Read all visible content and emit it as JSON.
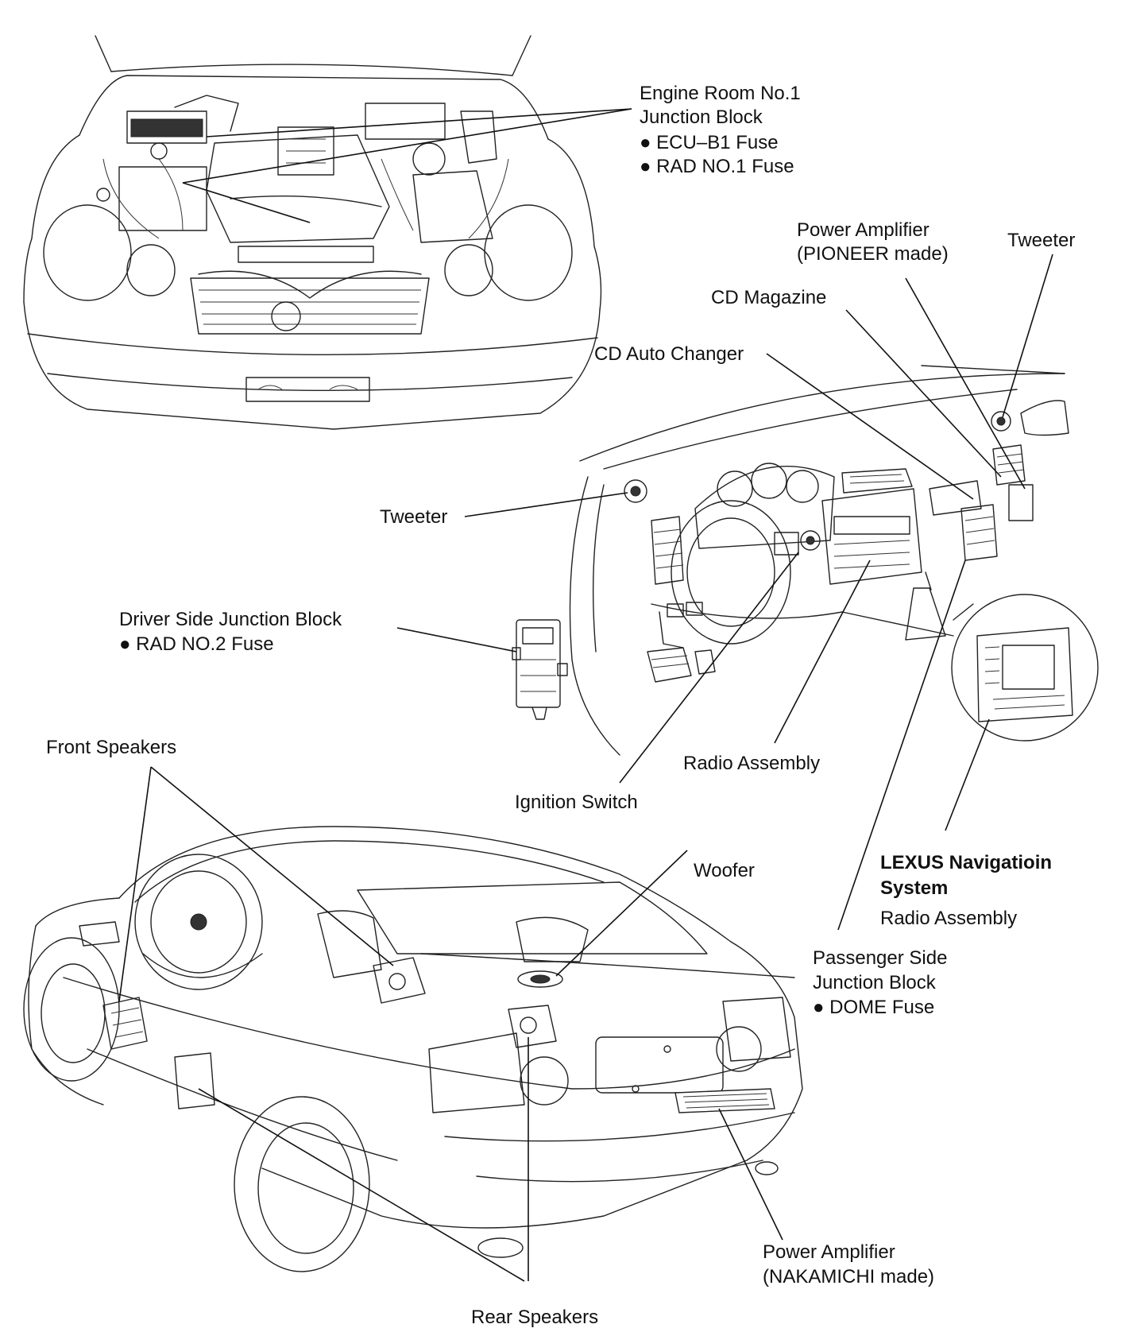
{
  "labels": {
    "engine_room_jb": {
      "line1": "Engine Room No.1",
      "line2": "Junction Block",
      "fuse1": "ECU–B1 Fuse",
      "fuse2": "RAD NO.1 Fuse"
    },
    "power_amp_pioneer": {
      "line1": "Power Amplifier",
      "line2": "(PIONEER made)"
    },
    "tweeter_right": "Tweeter",
    "cd_magazine": "CD Magazine",
    "cd_auto_changer": "CD Auto Changer",
    "tweeter_left": "Tweeter",
    "driver_side_jb": {
      "line1": "Driver Side Junction Block",
      "fuse": "RAD NO.2 Fuse"
    },
    "front_speakers": "Front Speakers",
    "radio_assembly": "Radio Assembly",
    "ignition_switch": "Ignition Switch",
    "woofer": "Woofer",
    "lexus_nav": {
      "line1": "LEXUS Navigatioin",
      "line2": "System",
      "line3": "Radio Assembly"
    },
    "passenger_side_jb": {
      "line1": "Passenger Side",
      "line2": "Junction Block",
      "fuse": "DOME Fuse"
    },
    "power_amp_nakamichi": {
      "line1": "Power Amplifier",
      "line2": "(NAKAMICHI made)"
    },
    "rear_speakers": "Rear Speakers"
  },
  "bullet": "●",
  "colors": {
    "ink": "#111111",
    "background": "#ffffff"
  }
}
